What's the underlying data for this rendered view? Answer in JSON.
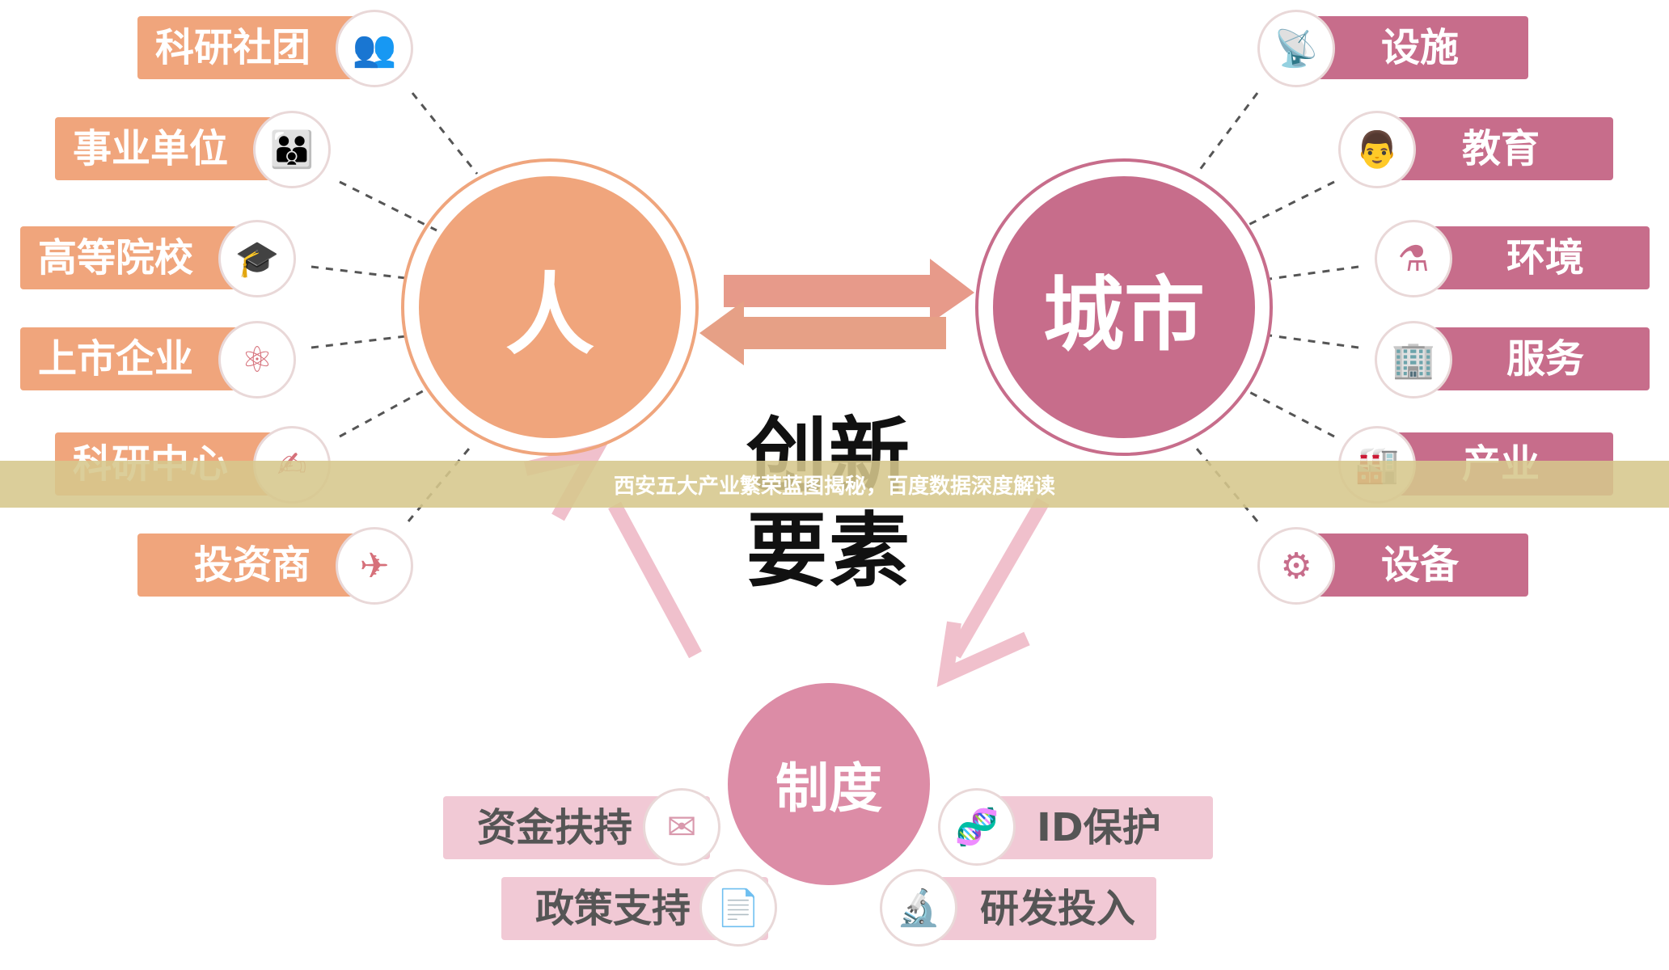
{
  "title": "西安五大产业繁荣蓝图揭秘，百度数据深度解读",
  "center_label_line1": "创新",
  "center_label_line2": "要素",
  "nodes": {
    "people": {
      "label": "人",
      "color": "#f0a57c"
    },
    "city": {
      "label": "城市",
      "color": "#c76d8b"
    },
    "institution": {
      "label": "制度",
      "color": "#dc8ca6"
    }
  },
  "people_items": [
    {
      "label": "科研社团",
      "icon": "people-group-icon",
      "glyph": "👥"
    },
    {
      "label": "事业单位",
      "icon": "staff-icon",
      "glyph": "👪"
    },
    {
      "label": "高等院校",
      "icon": "graduation-cap-icon",
      "glyph": "🎓"
    },
    {
      "label": "上市企业",
      "icon": "atom-icon",
      "glyph": "⚛"
    },
    {
      "label": "科研中心",
      "icon": "researcher-icon",
      "glyph": "✍"
    },
    {
      "label": "投资商",
      "icon": "investor-icon",
      "glyph": "✈"
    }
  ],
  "city_items": [
    {
      "label": "设施",
      "icon": "signal-tower-icon",
      "glyph": "📡"
    },
    {
      "label": "教育",
      "icon": "teacher-icon",
      "glyph": "👨"
    },
    {
      "label": "环境",
      "icon": "flask-icon",
      "glyph": "⚗"
    },
    {
      "label": "服务",
      "icon": "buildings-icon",
      "glyph": "🏢"
    },
    {
      "label": "产业",
      "icon": "factory-icon",
      "glyph": "🏭"
    },
    {
      "label": "设备",
      "icon": "gears-icon",
      "glyph": "⚙"
    }
  ],
  "institution_items_left": [
    {
      "label": "资金扶持",
      "icon": "envelope-icon",
      "glyph": "✉"
    },
    {
      "label": "政策支持",
      "icon": "document-icon",
      "glyph": "📄"
    }
  ],
  "institution_items_right": [
    {
      "label": "ID保护",
      "icon": "dna-icon",
      "glyph": "🧬"
    },
    {
      "label": "研发投入",
      "icon": "microscope-icon",
      "glyph": "🔬"
    }
  ]
}
